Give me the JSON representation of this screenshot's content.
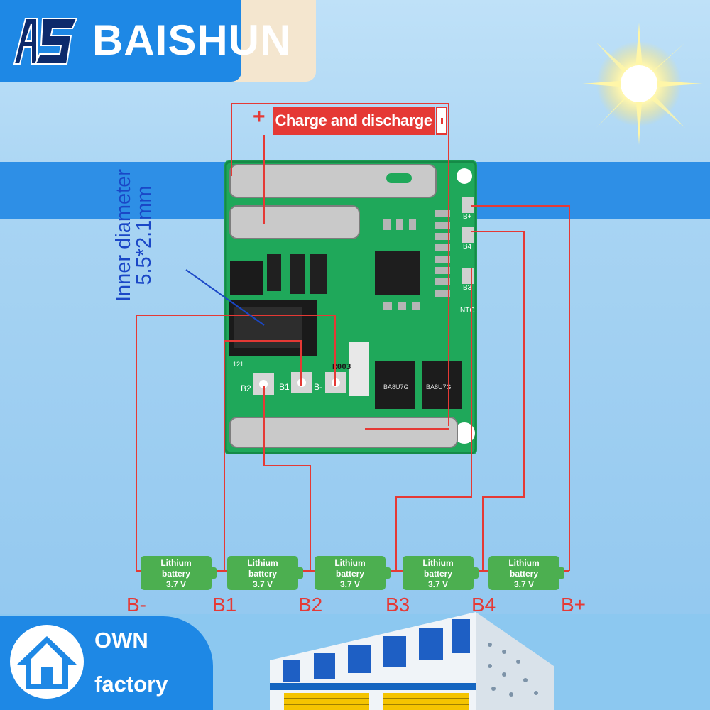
{
  "brand": {
    "name": "BAISHUN",
    "logo_letters": "AS"
  },
  "annotation": {
    "charge_label": "Charge and discharge",
    "plus": "+",
    "inner_diameter_line1": "Inner diameter",
    "inner_diameter_line2": "5.5*2.1mm"
  },
  "battery_cells": [
    {
      "line1": "Lithium",
      "line2": "battery",
      "line3": "3.7 V"
    },
    {
      "line1": "Lithium",
      "line2": "battery",
      "line3": "3.7 V"
    },
    {
      "line1": "Lithium",
      "line2": "battery",
      "line3": "3.7 V"
    },
    {
      "line1": "Lithium",
      "line2": "battery",
      "line3": "3.7 V"
    },
    {
      "line1": "Lithium",
      "line2": "battery",
      "line3": "3.7 V"
    }
  ],
  "nodes": [
    "B-",
    "B1",
    "B2",
    "B3",
    "B4",
    "B+"
  ],
  "factory": {
    "line1": "OWN",
    "line2": "factory"
  },
  "pcb": {
    "pad_labels": [
      "B2",
      "B1",
      "B-"
    ],
    "right_labels": [
      "B+",
      "B4",
      "B3",
      "NTC"
    ],
    "resistor_code": "R003",
    "mosfet_code": "BA8U7G",
    "model": "121"
  },
  "colors": {
    "accent": "#1e88e5",
    "wire": "#e53935",
    "battery": "#4caf50",
    "pcb": "#1fa85a"
  }
}
